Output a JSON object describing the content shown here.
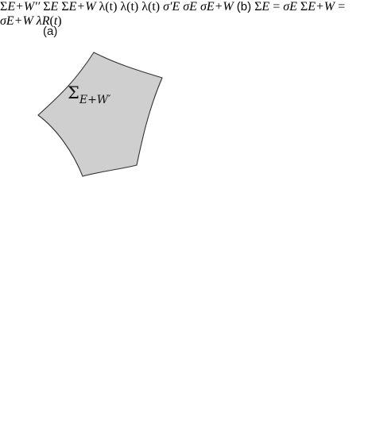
{
  "panel_a": {
    "label": "(a)",
    "sheets": {
      "sigma_e_w_prime": "Σ_E+W′",
      "sigma_e_w_double_prime": "Σ_E+W′′",
      "sigma_e": "Σ_E",
      "sigma_e_w": "Σ_E+W"
    },
    "lambda_labels": [
      "λ(t)",
      "λ(t)",
      "λ(t)"
    ],
    "state_labels": {
      "sigma_e_prime": "σ′_E",
      "sigma_e": "σ_E",
      "sigma_e_w": "σ_E+W"
    }
  },
  "panel_b": {
    "label": "(b)",
    "left_sheet": "Σ_E = σ_E",
    "right_sheet_line1": "Σ_E+W =",
    "right_sheet_line2": "σ_E+W",
    "lambda_r": "λ_R(t)"
  }
}
